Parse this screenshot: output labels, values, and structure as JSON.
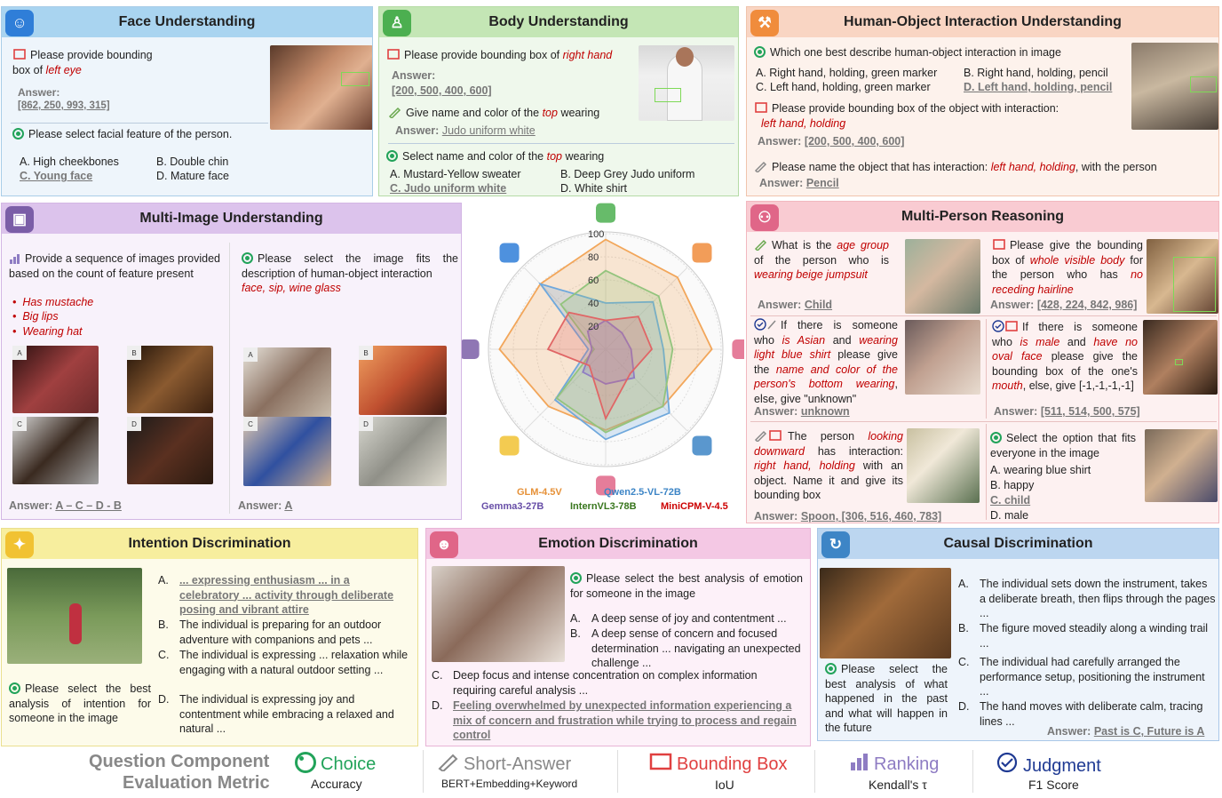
{
  "face": {
    "title": "Face Understanding",
    "q1": "Please provide bounding box of",
    "q1r": "left eye",
    "a1": "Answer:",
    "a1v": "[862, 250, 993, 315]",
    "q2": "Please select facial feature of the person.",
    "oA": "A. High cheekbones",
    "oB": "B. Double chin",
    "oC": "C. Young face",
    "oD": "D. Mature face"
  },
  "body": {
    "title": "Body Understanding",
    "q1": "Please provide bounding box of",
    "q1r": "right hand",
    "a1": "Answer:",
    "a1v": "[200, 500, 400, 600]",
    "q2a": "Give name and color of the",
    "q2r": "top",
    "q2b": "wearing",
    "a2": "Answer:",
    "a2v": "Judo uniform white",
    "q3a": "Select name and color of the",
    "q3r": "top",
    "q3b": "wearing",
    "oA": "A. Mustard-Yellow sweater",
    "oB": "B. Deep Grey Judo uniform",
    "oC": "C. Judo uniform white",
    "oD": "D. White shirt"
  },
  "hoi": {
    "title": "Human-Object Interaction Understanding",
    "q1": "Which one best describe human-object interaction in image",
    "oA": "A. Right hand, holding, green marker",
    "oB": "B. Right hand, holding, pencil",
    "oC": "C. Left hand, holding, green marker",
    "oD": "D. Left hand, holding, pencil",
    "q2": "Please provide bounding box of the object with interaction:",
    "q2r": "left hand, holding",
    "a2": "Answer:",
    "a2v": "[200, 500, 400, 600]",
    "q3a": "Please name the object that has interaction:",
    "q3r": "left hand, holding",
    "q3b": ", with the person",
    "a3": "Answer:",
    "a3v": "Pencil"
  },
  "multi": {
    "title": "Multi-Image Understanding",
    "q1": "Provide a sequence of images provided based on the count of feature present",
    "items": [
      "Has mustache",
      "Big lips",
      "Wearing hat"
    ],
    "a1": "Answer:",
    "a1v": "A – C – D - B",
    "q2": "Please select the image fits the description of human-object interaction",
    "q2r": "face, sip, wine glass",
    "a2": "Answer:",
    "a2v": "A",
    "labels": [
      "A",
      "B",
      "C",
      "D"
    ]
  },
  "mpr": {
    "title": "Multi-Person Reasoning",
    "q1a": "What is the",
    "q1r": "age group",
    "q1b": "of the person who is",
    "q1r2": "wearing beige jumpsuit",
    "a1": "Answer:",
    "a1v": "Child",
    "q2a": "Please give the bounding box of",
    "q2r": "whole visible body",
    "q2b": "for the person who has",
    "q2r2": "no receding hairline",
    "a2": "Answer:",
    "a2v": "[428, 224, 842, 986]",
    "q3a": "If there is someone who",
    "q3r": "is Asian",
    "q3b": "and",
    "q3r2": "wearing light blue shirt",
    "q3c": "please give the",
    "q3r3": "name and color of the person's bottom wearing",
    "q3d": ", else, give \"unknown\"",
    "a3": "Answer:",
    "a3v": "unknown",
    "q4a": "If there is someone who",
    "q4r": "is male",
    "q4b": "and",
    "q4r2": "have no oval face",
    "q4c": "please give the bounding box of the one's",
    "q4r3": "mouth",
    "q4d": ", else, give [-1,-1,-1,-1]",
    "a4": "Answer:",
    "a4v": "[511, 514, 500, 575]",
    "q5a": "The person",
    "q5r": "looking downward",
    "q5b": "has interaction:",
    "q5r2": "right hand, holding",
    "q5c": "with an object. Name it and give its bounding box",
    "a5": "Answer:",
    "a5v": "Spoon, [306, 516, 460, 783]",
    "q6": "Select the option that fits everyone in the image",
    "opts": [
      "A.  wearing blue shirt",
      "B.  happy",
      "C.  child",
      "D.  male"
    ]
  },
  "intent": {
    "title": "Intention Discrimination",
    "q": "Please select the best analysis of intention for someone in the image",
    "oA1": "... expressing enthusiasm ... in a celebratory ... activity through deliberate posing and vibrant attire",
    "oB": "The individual is preparing for an outdoor adventure with companions and pets ...",
    "oC": "The individual is expressing ... relaxation while engaging with a natural outdoor setting ...",
    "oD": "The individual is expressing joy and contentment while embracing a relaxed and natural ...",
    "letters": [
      "A.",
      "B.",
      "C.",
      "D."
    ]
  },
  "emo": {
    "title": "Emotion Discrimination",
    "q": "Please select the best analysis of emotion for someone in the image",
    "oA": "A deep sense of joy and contentment ...",
    "oB": "A deep sense of concern and focused determination ... navigating an unexpected challenge ...",
    "oC": "Deep focus and intense concentration on complex information requiring careful analysis ...",
    "oD": "Feeling overwhelmed by unexpected information experiencing a mix of concern and frustration while trying to process and regain control",
    "letters": [
      "A.",
      "B.",
      "C.",
      "D."
    ]
  },
  "causal": {
    "title": "Causal Discrimination",
    "q": "Please select the best analysis of what happened in the past and what will happen in the future",
    "oA": "The individual sets down the instrument, takes a deliberate breath, then flips through the pages ...",
    "oB": "The figure moved steadily along a winding trail ...",
    "oC": "The individual had carefully arranged the performance setup, positioning the instrument ...",
    "oD": "The hand moves with deliberate calm, tracing lines ...",
    "a": "Answer:",
    "av": "Past is C, Future is A",
    "letters": [
      "A.",
      "B.",
      "C.",
      "D."
    ]
  },
  "footer": {
    "qc": "Question Component",
    "em": "Evaluation Metric",
    "choice": "Choice",
    "choice_m": "Accuracy",
    "short": "Short-Answer",
    "short_m": "BERT+Embedding+Keyword",
    "bbox": "Bounding Box",
    "bbox_m": "IoU",
    "rank": "Ranking",
    "rank_m": "Kendall's τ",
    "judg": "Judgment",
    "judg_m": "F1 Score"
  },
  "chart_data": {
    "type": "radar",
    "rticks": [
      20,
      40,
      60,
      80,
      100
    ],
    "axes": [
      "Body Understanding",
      "Human-Object Interaction Understanding",
      "Multi-Person Reasoning",
      "Causal Discrimination",
      "Emotion Discrimination",
      "Intention Discrimination",
      "Multi-Image Understanding",
      "Face Understanding"
    ],
    "series": [
      {
        "name": "GLM-4.5V",
        "color": "#f2a65a",
        "values": [
          95,
          88,
          92,
          70,
          70,
          70,
          92,
          80
        ]
      },
      {
        "name": "Qwen2.5-VL-72B",
        "color": "#6fa8dc",
        "values": [
          40,
          58,
          50,
          78,
          78,
          62,
          15,
          80
        ]
      },
      {
        "name": "InternVL3-78B",
        "color": "#93c47d",
        "values": [
          68,
          65,
          58,
          70,
          72,
          60,
          10,
          55
        ]
      },
      {
        "name": "Gemma3-27B",
        "color": "#8e7cc3",
        "values": [
          25,
          20,
          22,
          35,
          30,
          28,
          12,
          22
        ]
      },
      {
        "name": "MiniCPM-V-4.5",
        "color": "#e06666",
        "values": [
          25,
          40,
          40,
          30,
          60,
          20,
          50,
          45
        ]
      }
    ]
  }
}
